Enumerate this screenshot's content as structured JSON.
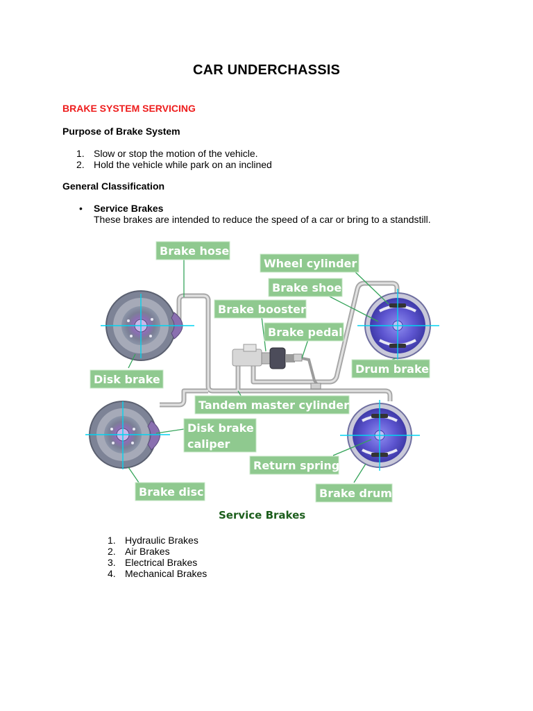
{
  "document": {
    "title": "CAR UNDERCHASSIS",
    "section_title": "BRAKE SYSTEM SERVICING",
    "purpose_heading": "Purpose of Brake System",
    "purpose_items": [
      {
        "num": "1.",
        "text": "Slow or stop the motion of the vehicle."
      },
      {
        "num": "2.",
        "text": "Hold the vehicle while park on an inclined"
      }
    ],
    "classification_heading": "General Classification",
    "bullet_symbol": "•",
    "service_brakes_title": "Service Brakes",
    "service_brakes_desc": "These brakes are intended to reduce the speed of a car or bring to a standstill.",
    "brake_types": [
      {
        "num": "1.",
        "text": "Hydraulic Brakes"
      },
      {
        "num": "2.",
        "text": "Air Brakes"
      },
      {
        "num": "3.",
        "text": "Electrical Brakes"
      },
      {
        "num": "4.",
        "text": "Mechanical Brakes"
      }
    ]
  },
  "diagram": {
    "caption": "Service Brakes",
    "labels": {
      "brake_hose": "Brake hose",
      "wheel_cylinder": "Wheel cylinder",
      "brake_shoe": "Brake shoe",
      "brake_booster": "Brake booster",
      "brake_pedal": "Brake pedal",
      "disk_brake": "Disk brake",
      "drum_brake": "Drum brake",
      "tandem_master_cylinder": "Tandem master cylinder",
      "disk_brake_caliper_1": "Disk brake",
      "disk_brake_caliper_2": "caliper",
      "return_spring": "Return spring",
      "brake_disc": "Brake disc",
      "brake_drum": "Brake drum"
    },
    "colors": {
      "label_fill": "#8fc98f",
      "caption": "#1c5e1c",
      "leader": "#35a45a",
      "axis": "#00d4f0",
      "disc": "#8a6fb0",
      "drum": "#5a4ec8"
    }
  }
}
